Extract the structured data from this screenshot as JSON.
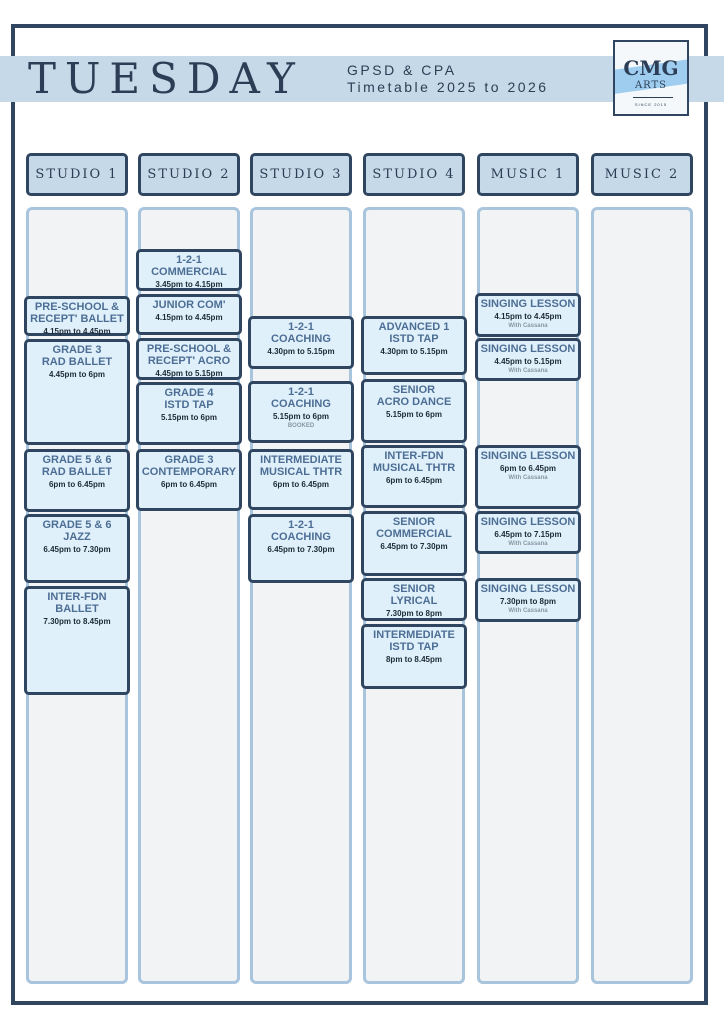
{
  "header": {
    "day": "TUESDAY",
    "subtitle_line1": "GPSD & CPA",
    "subtitle_line2": "Timetable 2025 to 2026"
  },
  "logo": {
    "main": "CMG",
    "sub": "ARTS",
    "tagline": "SINCE 2015"
  },
  "colors": {
    "navy": "#2f4560",
    "banner": "#c6d9e8",
    "class_bg": "#dff0fb",
    "title_text": "#4d6e94",
    "column_border": "#a9c4dd"
  },
  "studios": [
    {
      "name": "STUDIO 1",
      "classes": [
        {
          "title1": "PRE-SCHOOL &",
          "title2": "RECEPT' BALLET",
          "time": "4.15pm to 4.45pm",
          "note": ""
        },
        {
          "title1": "GRADE 3",
          "title2": "RAD BALLET",
          "time": "4.45pm to 6pm",
          "note": ""
        },
        {
          "title1": "GRADE 5 & 6",
          "title2": "RAD BALLET",
          "time": "6pm to 6.45pm",
          "note": ""
        },
        {
          "title1": "GRADE 5 & 6",
          "title2": "JAZZ",
          "time": "6.45pm to 7.30pm",
          "note": ""
        },
        {
          "title1": "INTER-FDN",
          "title2": "BALLET",
          "time": "7.30pm to 8.45pm",
          "note": ""
        }
      ]
    },
    {
      "name": "STUDIO 2",
      "classes": [
        {
          "title1": "1-2-1",
          "title2": "COMMERCIAL",
          "time": "3.45pm to 4.15pm",
          "note": ""
        },
        {
          "title1": "JUNIOR COM'",
          "title2": "",
          "time": "4.15pm to 4.45pm",
          "note": ""
        },
        {
          "title1": "PRE-SCHOOL &",
          "title2": "RECEPT' ACRO",
          "time": "4.45pm to 5.15pm",
          "note": ""
        },
        {
          "title1": "GRADE 4",
          "title2": "ISTD TAP",
          "time": "5.15pm to 6pm",
          "note": ""
        },
        {
          "title1": "GRADE 3",
          "title2": "CONTEMPORARY",
          "time": "6pm to 6.45pm",
          "note": ""
        }
      ]
    },
    {
      "name": "STUDIO 3",
      "classes": [
        {
          "title1": "1-2-1",
          "title2": "COACHING",
          "time": "4.30pm to 5.15pm",
          "note": ""
        },
        {
          "title1": "1-2-1",
          "title2": "COACHING",
          "time": "5.15pm to 6pm",
          "note": "BOOKED"
        },
        {
          "title1": "INTERMEDIATE",
          "title2": "MUSICAL THTR",
          "time": "6pm to 6.45pm",
          "note": ""
        },
        {
          "title1": "1-2-1",
          "title2": "COACHING",
          "time": "6.45pm to 7.30pm",
          "note": ""
        }
      ]
    },
    {
      "name": "STUDIO 4",
      "classes": [
        {
          "title1": "ADVANCED 1",
          "title2": "ISTD TAP",
          "time": "4.30pm to 5.15pm",
          "note": ""
        },
        {
          "title1": "SENIOR",
          "title2": "ACRO DANCE",
          "time": "5.15pm to 6pm",
          "note": ""
        },
        {
          "title1": "INTER-FDN",
          "title2": "MUSICAL THTR",
          "time": "6pm to 6.45pm",
          "note": ""
        },
        {
          "title1": "SENIOR",
          "title2": "COMMERCIAL",
          "time": "6.45pm to 7.30pm",
          "note": ""
        },
        {
          "title1": "SENIOR",
          "title2": "LYRICAL",
          "time": "7.30pm to 8pm",
          "note": ""
        },
        {
          "title1": "INTERMEDIATE",
          "title2": "ISTD TAP",
          "time": "8pm to 8.45pm",
          "note": ""
        }
      ]
    },
    {
      "name": "MUSIC 1",
      "classes": [
        {
          "title1": "SINGING LESSON",
          "title2": "",
          "time": "4.15pm to 4.45pm",
          "note": "With Cassana"
        },
        {
          "title1": "SINGING LESSON",
          "title2": "",
          "time": "4.45pm to 5.15pm",
          "note": "With Cassana"
        },
        {
          "title1": "SINGING LESSON",
          "title2": "",
          "time": "6pm to 6.45pm",
          "note": "With Cassana"
        },
        {
          "title1": "SINGING LESSON",
          "title2": "",
          "time": "6.45pm to 7.15pm",
          "note": "With Cassana"
        },
        {
          "title1": "SINGING LESSON",
          "title2": "",
          "time": "7.30pm to 8pm",
          "note": "With Cassana"
        }
      ]
    },
    {
      "name": "MUSIC 2",
      "classes": []
    }
  ]
}
